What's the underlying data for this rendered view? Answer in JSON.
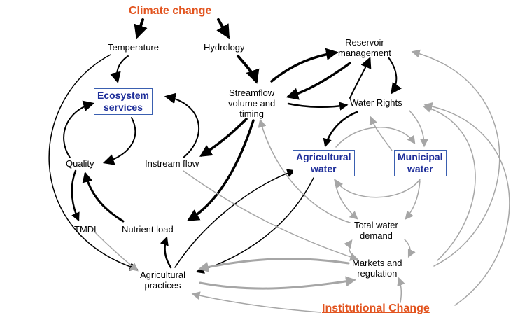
{
  "drivers": {
    "climate": "Climate change",
    "institutional": "Institutional Change"
  },
  "nodes": {
    "temperature": "Temperature",
    "hydrology": "Hydrology",
    "reservoir": [
      "Reservoir",
      "management"
    ],
    "ecosystem": [
      "Ecosystem",
      "services"
    ],
    "streamflow": [
      "Streamflow",
      "volume and",
      "timing"
    ],
    "water_rights": "Water Rights",
    "quality": "Quality",
    "instream": "Instream flow",
    "agricultural_water": [
      "Agricultural",
      "water"
    ],
    "municipal_water": [
      "Municipal",
      "water"
    ],
    "tmdl": "TMDL",
    "nutrient": "Nutrient load",
    "total_demand": [
      "Total water",
      "demand"
    ],
    "markets": [
      "Markets and",
      "regulation"
    ],
    "ag_practices": [
      "Agricultural",
      "practices"
    ]
  },
  "colors": {
    "strong_link": "#000000",
    "weak_link": "#a6a6a6",
    "driver_text": "#e2541f",
    "box_text": "#1f2f9a",
    "box_border": "#3a5fb0"
  }
}
